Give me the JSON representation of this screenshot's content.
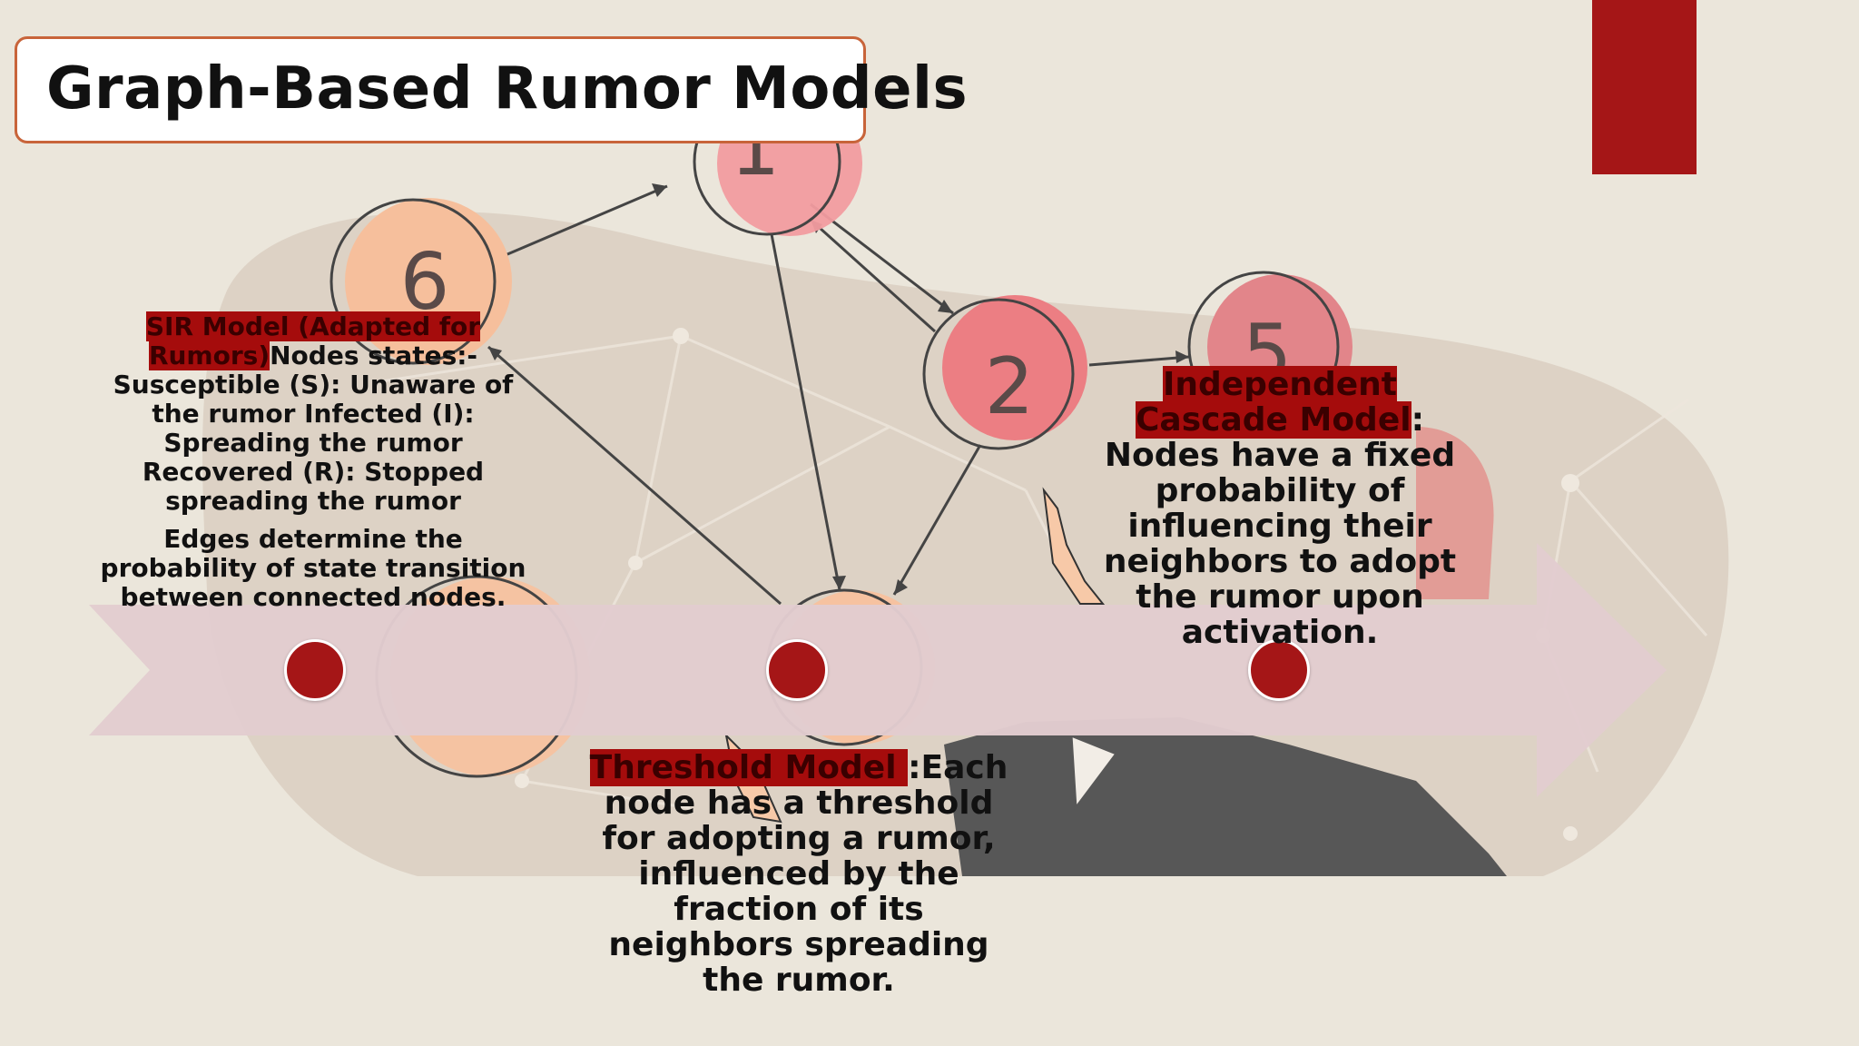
{
  "title": "Graph-Based Rumor Models",
  "colors": {
    "accent": "#a51617",
    "background": "#ebe6db",
    "title_border": "#c8643a",
    "arrow_band": "#e2ccd0",
    "text_highlight": "#a50c0c"
  },
  "graph_nodes": [
    "1",
    "2",
    "5",
    "6"
  ],
  "sir_model": {
    "name": "SIR Model (Adapted for Rumors)",
    "states_text": "Nodes states:- Susceptible (S): Unaware of the rumor Infected (I): Spreading the rumor Recovered (R): Stopped spreading the rumor",
    "edges_text": "Edges determine the probability of state transition between connected nodes."
  },
  "independent_cascade": {
    "name": "Independent Cascade Model",
    "text": ": Nodes have a fixed probability of influencing their neighbors to adopt the rumor upon activation."
  },
  "threshold_model": {
    "name": "Threshold Model ",
    "text": ":Each node has a threshold for adopting a rumor, influenced by the fraction of its neighbors spreading the rumor."
  },
  "timeline_markers": 3
}
